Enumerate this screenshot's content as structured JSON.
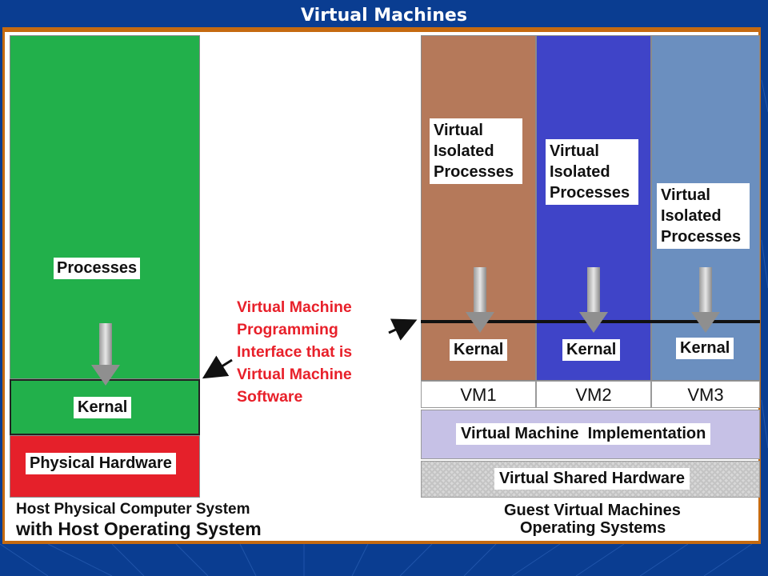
{
  "title": "Virtual Machines",
  "host": {
    "processes_label": "Processes",
    "kernel_label": "Kernal",
    "hardware_label": "Physical Hardware",
    "caption_line1": "Host Physical Computer System",
    "caption_line2": "with Host Operating System"
  },
  "annotation": {
    "line1": "Virtual Machine",
    "line2": "Programming",
    "line3": "Interface that is",
    "line4": "Virtual Machine",
    "line5": "Software"
  },
  "vms": [
    {
      "name": "VM1",
      "process_line1": "Virtual",
      "process_line2": "Isolated",
      "process_line3": "Processes",
      "kernel_label": "Kernal"
    },
    {
      "name": "VM2",
      "process_line1": "Virtual",
      "process_line2": "Isolated",
      "process_line3": "Processes",
      "kernel_label": "Kernal"
    },
    {
      "name": "VM3",
      "process_line1": "Virtual",
      "process_line2": "Isolated",
      "process_line3": "Processes",
      "kernel_label": "Kernal"
    }
  ],
  "implementation_label": "Virtual Machine  Implementation",
  "shared_hardware_label": "Virtual Shared Hardware",
  "guest_caption_line1": "Guest Virtual Machines",
  "guest_caption_line2": "Operating Systems",
  "colors": {
    "host_green": "#22b04b",
    "hardware_red": "#e5202a",
    "vm1_brown": "#b5795a",
    "vm2_blue": "#3f44c8",
    "vm3_steel": "#6b8fbf",
    "implementation_lavender": "#c6c1e6",
    "annotation_red": "#e8202a"
  }
}
